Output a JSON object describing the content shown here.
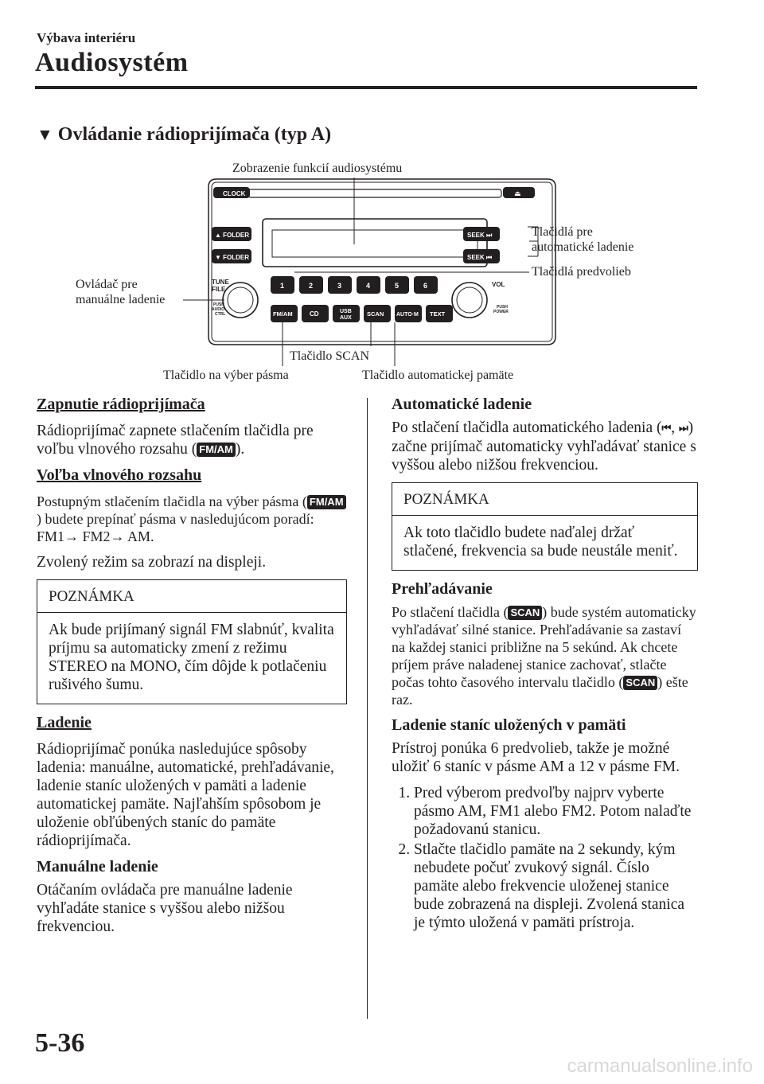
{
  "header": {
    "section": "Výbava interiéru",
    "title": "Audiosystém"
  },
  "section_title": "Ovládanie rádioprijímača (typ A)",
  "diagram": {
    "callouts": {
      "display": "Zobrazenie funkcií audiosystému",
      "seek": "Tlačidlá pre automatické ladenie",
      "seek_line1": "Tlačidlá pre",
      "seek_line2": "automatické ladenie",
      "presets": "Tlačidlá predvolieb",
      "manual_line1": "Ovládač pre",
      "manual_line2": "manuálne ladenie",
      "scan": "Tlačidlo SCAN",
      "band": "Tlačidlo na výber pásma",
      "automem": "Tlačidlo automatickej pamäte"
    },
    "labels": {
      "clock": "CLOCK",
      "eject": "⏏",
      "folder_up": "▲ FOLDER",
      "folder_down": "▼ FOLDER",
      "seek_up": "SEEK ⏭",
      "seek_down": "SEEK ⏮",
      "tune": "TUNE",
      "file": "FILE",
      "push_audio": "PUSH",
      "audio": "AUDIO",
      "ctrl": "CTRL",
      "vol": "VOL",
      "push_power": "PUSH",
      "power": "POWER",
      "presets": [
        "1",
        "2",
        "3",
        "4",
        "5",
        "6"
      ],
      "fmam": "FM/AM",
      "cd": "CD",
      "usb": "USB",
      "aux": "AUX",
      "scan": "SCAN",
      "autom": "AUTO·M",
      "text": "TEXT"
    }
  },
  "left": {
    "h1": "Zapnutie rádioprijímača",
    "p1a": "Rádioprijímač zapnete stlačením tlačidla pre voľbu vlnového rozsahu (",
    "p1b": ").",
    "h2": "Voľba vlnového rozsahu",
    "p2a": "Postupným stlačením tlačidla na výber pásma (",
    "p2b": ") budete prepínať pásma v nasledujúcom poradí: FM1→ FM2→ AM.",
    "p3": "Zvolený režim sa zobrazí na displeji.",
    "note_head": "POZNÁMKA",
    "note_body": "Ak bude prijímaný signál FM slabnúť, kvalita príjmu sa automaticky zmení z režimu STEREO na MONO, čím dôjde k potlačeniu rušivého šumu.",
    "h3": "Ladenie",
    "p4": "Rádioprijímač ponúka nasledujúce spôsoby ladenia: manuálne, automatické, prehľadávanie, ladenie staníc uložených v pamäti a ladenie automatickej pamäte. Najľahším spôsobom je uloženie obľúbených staníc do pamäte rádioprijímača.",
    "h4": "Manuálne ladenie",
    "p5": "Otáčaním ovládača pre manuálne ladenie vyhľadáte stanice s vyššou alebo nižšou frekvenciou."
  },
  "right": {
    "h1": "Automatické ladenie",
    "p1a": "Po stlačení tlačidla automatického ladenia (",
    "p1b": ") začne prijímač automaticky vyhľadávať stanice s vyššou alebo nižšou frekvenciou.",
    "note_head": "POZNÁMKA",
    "note_body": "Ak toto tlačidlo budete naďalej držať stlačené, frekvencia sa bude neustále meniť.",
    "h2": "Prehľadávanie",
    "p2a": "Po stlačení tlačidla (",
    "p2b": ") bude systém automaticky vyhľadávať silné stanice. Prehľadávanie sa zastaví na každej stanici približne na 5 sekúnd. Ak chcete príjem práve naladenej stanice zachovať, stlačte počas tohto časového intervalu tlačidlo (",
    "p2c": ") ešte raz.",
    "h3": "Ladenie staníc uložených v pamäti",
    "p3": "Prístroj ponúka 6 predvolieb, takže je možné uložiť 6 staníc v pásme AM a 12 v pásme FM.",
    "steps": [
      "Pred výberom predvoľby najprv vyberte pásmo AM, FM1 alebo FM2. Potom nalaďte požadovanú stanicu.",
      "Stlačte tlačidlo pamäte na 2 sekundy, kým nebudete počuť zvukový signál. Číslo pamäte alebo frekvencie uloženej stanice bude zobrazená na displeji. Zvolená stanica je týmto uložená v pamäti prístroja."
    ]
  },
  "icons": {
    "fmam": "FM/AM",
    "scan": "SCAN",
    "prev": "⏮",
    "next": "⏭",
    "comma": ", "
  },
  "page_number": "5-36",
  "watermark": "carmanualsonline.info"
}
